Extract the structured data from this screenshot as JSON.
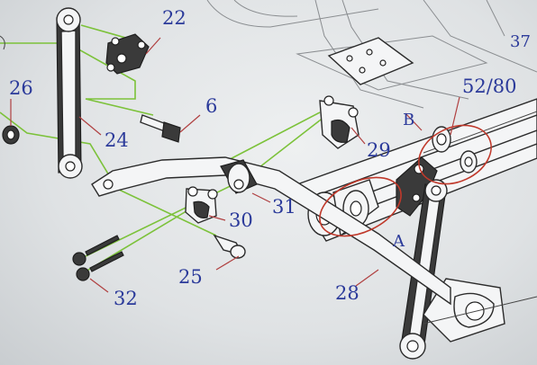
{
  "callouts": {
    "c22": "22",
    "c37": "37",
    "c26": "26",
    "c5280": "52/80",
    "c6": "6",
    "cB": "B",
    "c24": "24",
    "c29": "29",
    "c31": "31",
    "c30": "30",
    "cA": "A",
    "c25": "25",
    "c28": "28",
    "c32": "32"
  },
  "colors": {
    "callout_text": "#2b3a9a",
    "leader_line": "#b04040",
    "assembly_line": "#7cc23a",
    "highlight_circle": "#c0392b"
  }
}
